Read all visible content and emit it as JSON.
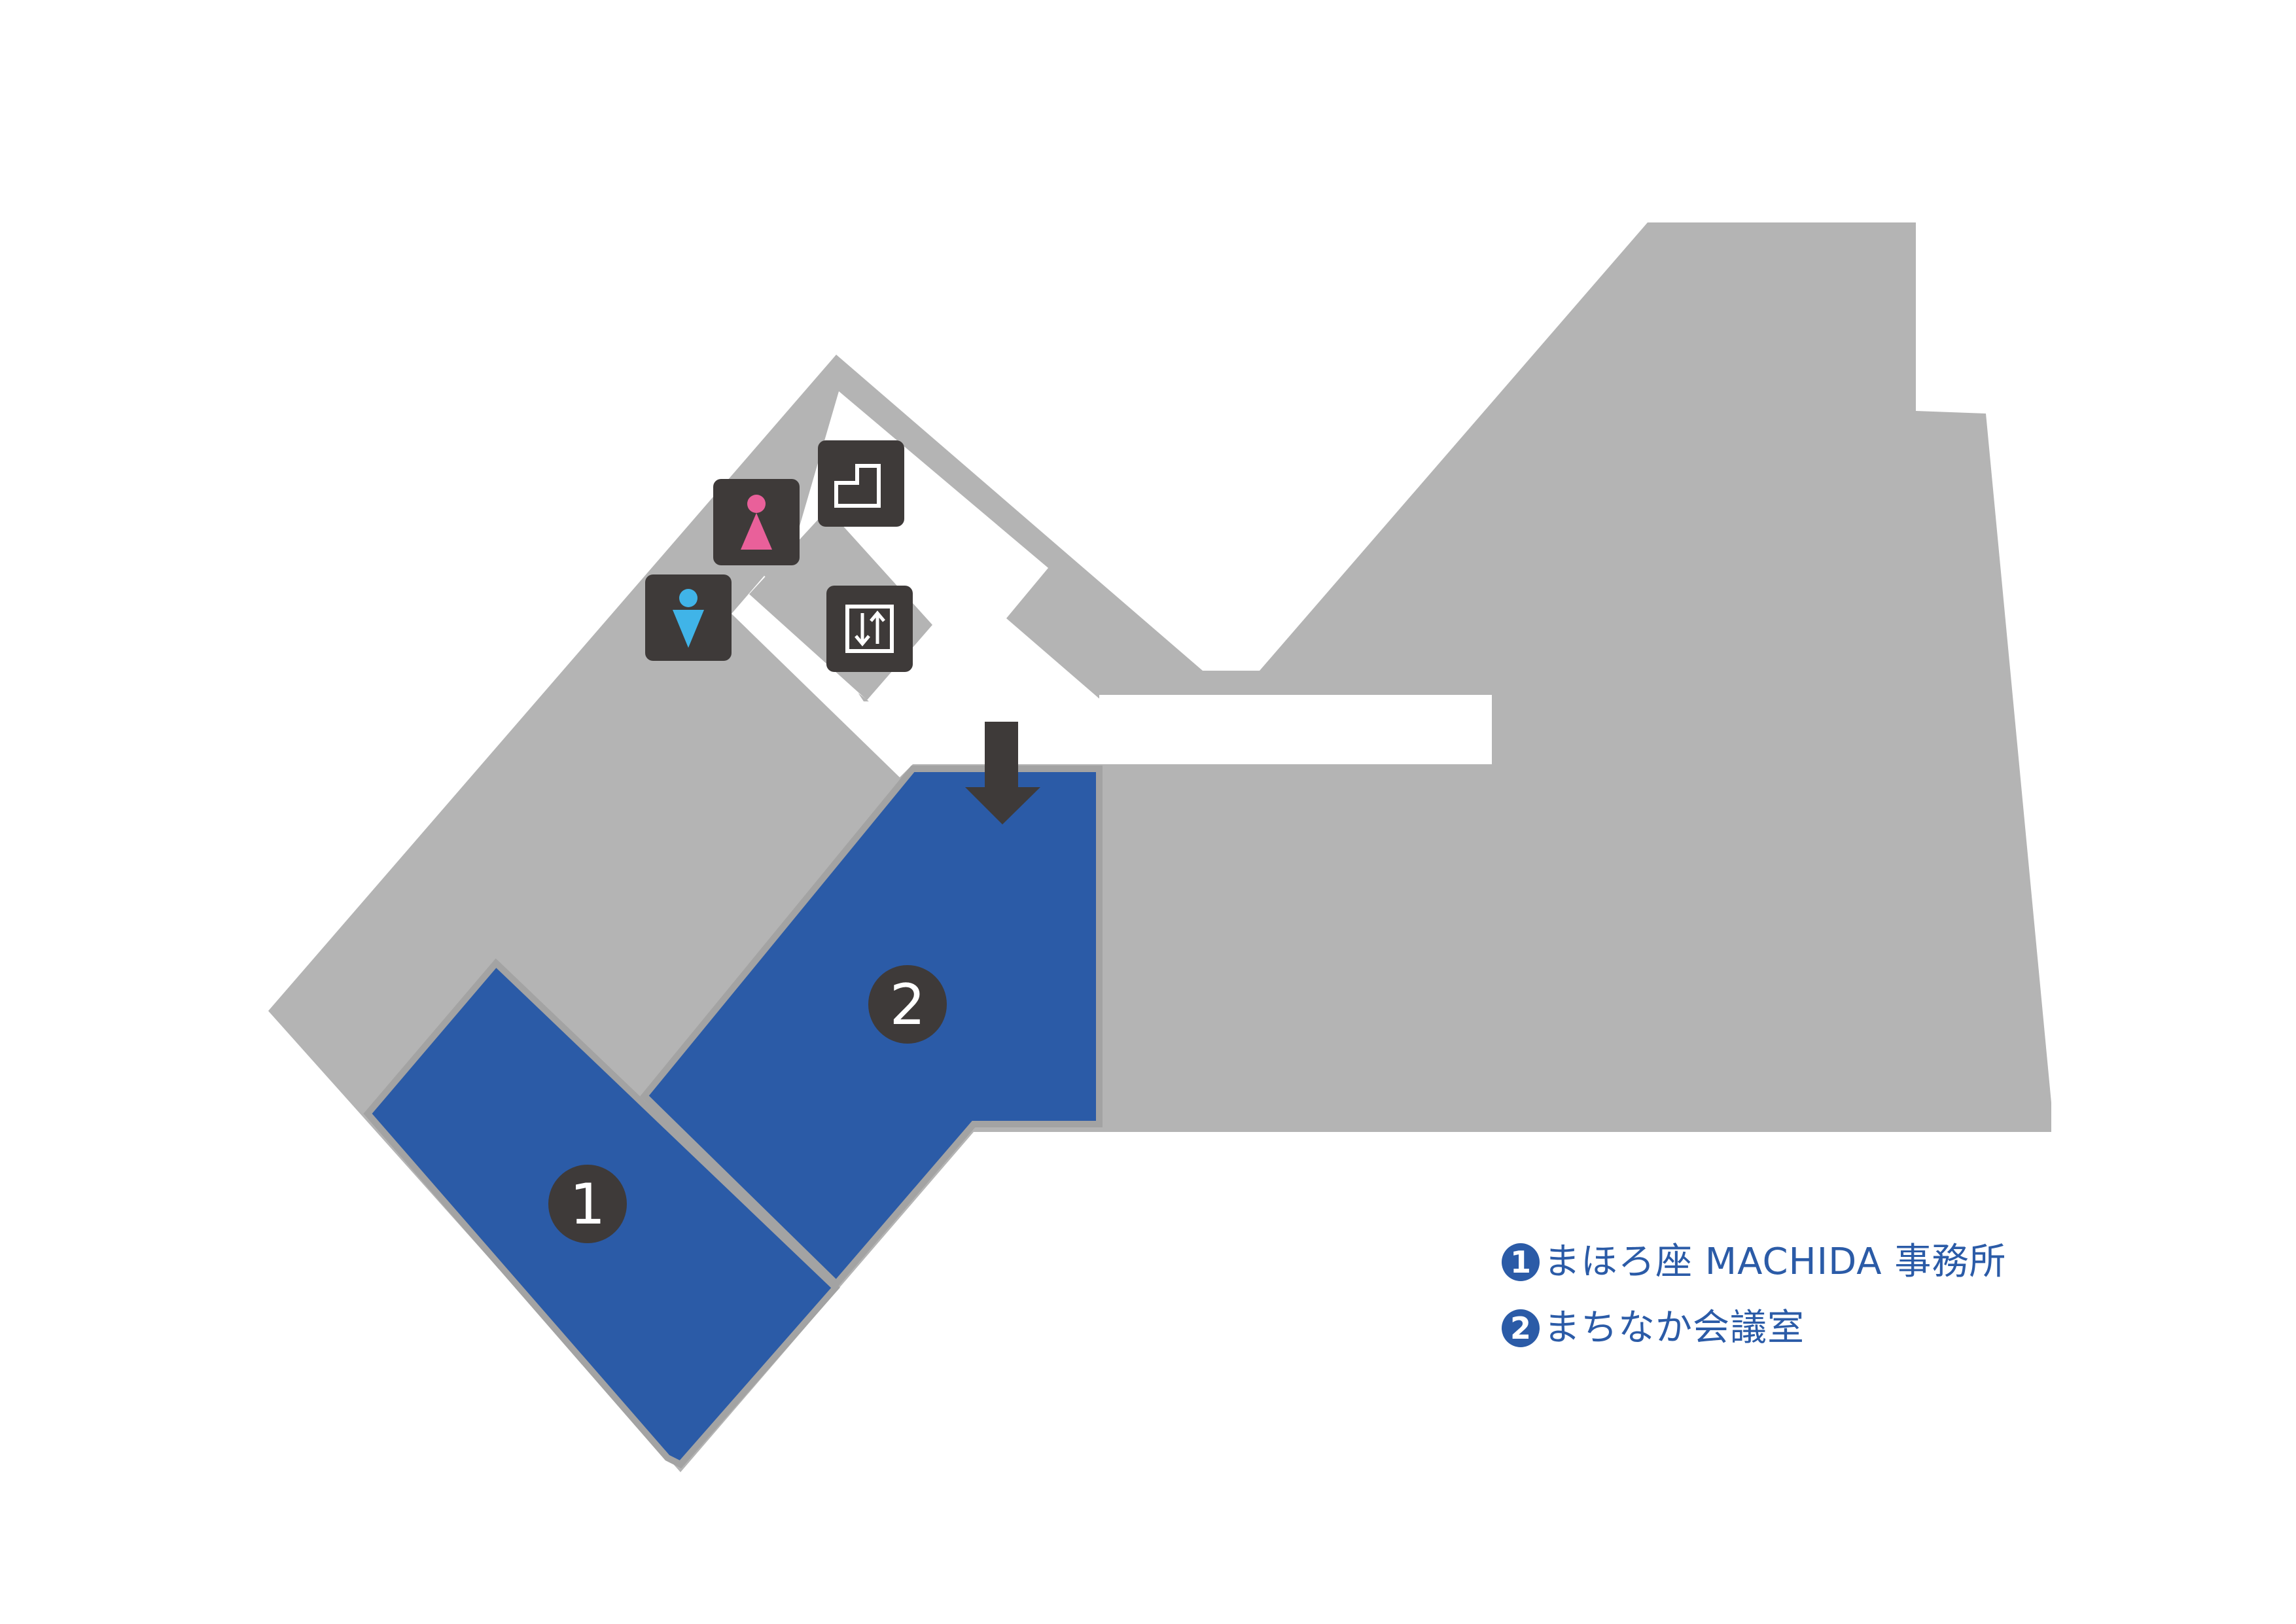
{
  "colors": {
    "background": "#ffffff",
    "building": "#b4b4b4",
    "corridor": "#ffffff",
    "room": "#2b5ba7",
    "room_outline": "#a3a3a3",
    "marker": "#3e3a39",
    "marker_text": "#ffffff",
    "icon_bg": "#3e3a39",
    "womens_icon": "#e9609a",
    "mens_icon": "#40b4e8",
    "legend_text": "#2b5ba7"
  },
  "rooms": [
    {
      "number": "1",
      "name": "まほろ座 MACHIDA 事務所"
    },
    {
      "number": "2",
      "name": "まちなか会議室"
    }
  ],
  "facilities": [
    {
      "type": "stairs",
      "icon": "stairs-icon"
    },
    {
      "type": "womens-restroom",
      "icon": "female-restroom-icon"
    },
    {
      "type": "mens-restroom",
      "icon": "male-restroom-icon"
    },
    {
      "type": "elevator",
      "icon": "elevator-icon"
    }
  ],
  "entrance_arrow": {
    "icon": "entrance-arrow-icon",
    "direction": "down"
  }
}
